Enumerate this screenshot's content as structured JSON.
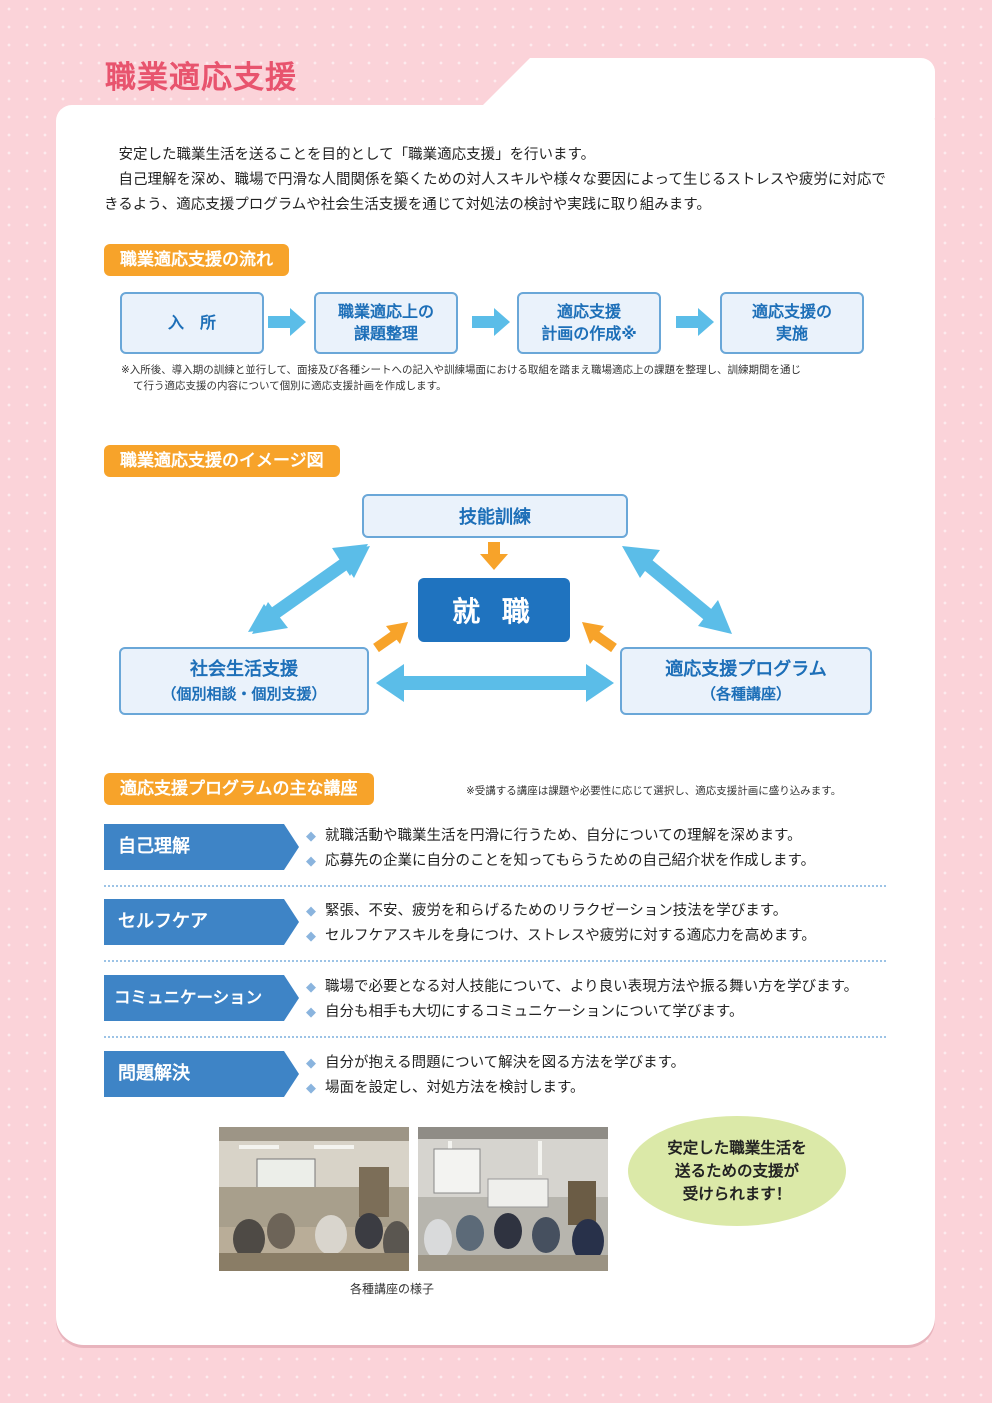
{
  "page_title": "職業適応支援",
  "intro": {
    "line1": "安定した職業生活を送ることを目的として「職業適応支援」を行います。",
    "line2": "自己理解を深め、職場で円滑な人間関係を築くための対人スキルや様々な要因によって生じるストレスや疲労に対応できるよう、適応支援プログラムや社会生活支援を通じて対処法の検討や実践に取り組みます。"
  },
  "flow": {
    "heading": "職業適応支援の流れ",
    "steps": [
      {
        "line1": "入　所",
        "line2": ""
      },
      {
        "line1": "職業適応上の",
        "line2": "課題整理"
      },
      {
        "line1": "適応支援",
        "line2": "計画の作成※"
      },
      {
        "line1": "適応支援の",
        "line2": "実施"
      }
    ],
    "note_line1": "※入所後、導入期の訓練と並行して、面接及び各種シートへの記入や訓練場面における取組を踏まえ職場適応上の課題を整理し、訓練期間を通じ",
    "note_line2": "て行う適応支援の内容について個別に適応支援計画を作成します。"
  },
  "image_diagram": {
    "heading": "職業適応支援のイメージ図",
    "top": "技能訓練",
    "center": "就 職",
    "left_line1": "社会生活支援",
    "left_line2": "（個別相談・個別支援）",
    "right_line1": "適応支援プログラム",
    "right_line2": "（各種講座）",
    "arrow_color": "#5bbde8",
    "small_arrow_color": "#f7a32a"
  },
  "programs": {
    "heading": "適応支援プログラムの主な講座",
    "note": "※受講する講座は課題や必要性に応じて選択し、適応支援計画に盛り込みます。",
    "items": [
      {
        "label": "自己理解",
        "points": [
          "就職活動や職業生活を円滑に行うため、自分についての理解を深めます。",
          "応募先の企業に自分のことを知ってもらうための自己紹介状を作成します。"
        ]
      },
      {
        "label": "セルフケア",
        "points": [
          "緊張、不安、疲労を和らげるためのリラクゼーション技法を学びます。",
          "セルフケアスキルを身につけ、ストレスや疲労に対する適応力を高めます。"
        ]
      },
      {
        "label": "コミュニケーション",
        "points": [
          "職場で必要となる対人技能について、より良い表現方法や振る舞い方を学びます。",
          "自分も相手も大切にするコミュニケーションについて学びます。"
        ]
      },
      {
        "label": "問題解決",
        "points": [
          "自分が抱える問題について解決を図る方法を学びます。",
          "場面を設定し、対処方法を検討します。"
        ]
      }
    ]
  },
  "photos": {
    "caption": "各種講座の様子"
  },
  "bubble": {
    "line1": "安定した職業生活を",
    "line2": "送るための支援が",
    "line3": "受けられます！"
  },
  "colors": {
    "title": "#e8546e",
    "tag": "#f7a32a",
    "box_border": "#6aa7d8",
    "box_text": "#1d6fb8",
    "center": "#1f73bf",
    "label": "#3e84c6",
    "bubble": "#dbe9a8"
  }
}
